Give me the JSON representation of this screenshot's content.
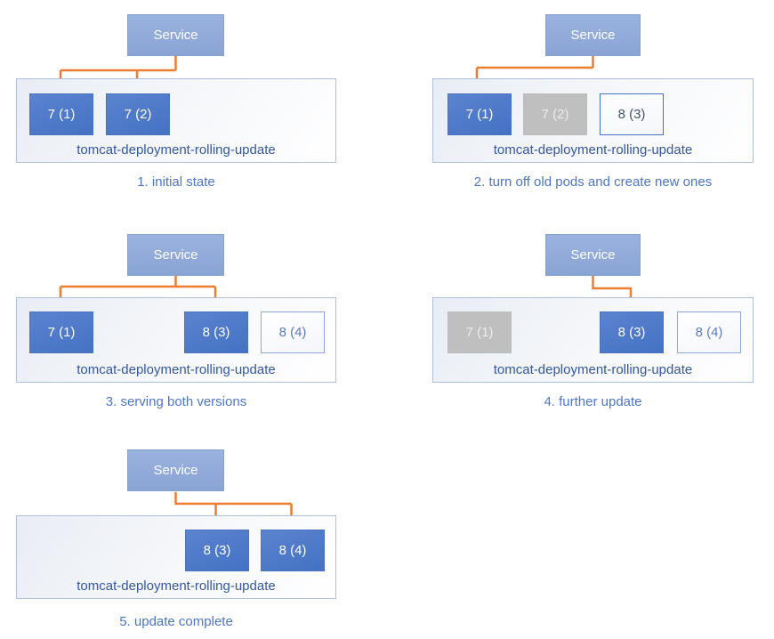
{
  "colors": {
    "service_fill": "#8faadc",
    "pod_active": "#4472c4",
    "pod_old": "#bfbfbf",
    "pod_new_border": "#4472c4",
    "arrow": "#ed7d31",
    "container_label": "#3457a0",
    "caption": "#4d76c7"
  },
  "panels": [
    {
      "caption": "1. initial state",
      "service_label": "Service",
      "container_label": "tomcat-deployment-rolling-update",
      "pods": [
        {
          "label": "7 (1)",
          "state": "active"
        },
        {
          "label": "7 (2)",
          "state": "active"
        }
      ]
    },
    {
      "caption": "2. turn off old pods and create new ones",
      "service_label": "Service",
      "container_label": "tomcat-deployment-rolling-update",
      "pods": [
        {
          "label": "7 (1)",
          "state": "active"
        },
        {
          "label": "7 (2)",
          "state": "old"
        },
        {
          "label": "8 (3)",
          "state": "new"
        }
      ]
    },
    {
      "caption": "3. serving both versions",
      "service_label": "Service",
      "container_label": "tomcat-deployment-rolling-update",
      "pods": [
        {
          "label": "7 (1)",
          "state": "active"
        },
        {
          "label": "8 (3)",
          "state": "active"
        },
        {
          "label": "8 (4)",
          "state": "new"
        }
      ]
    },
    {
      "caption": "4. further update",
      "service_label": "Service",
      "container_label": "tomcat-deployment-rolling-update",
      "pods": [
        {
          "label": "7 (1)",
          "state": "old"
        },
        {
          "label": "8 (3)",
          "state": "active"
        },
        {
          "label": "8 (4)",
          "state": "new"
        }
      ]
    },
    {
      "caption": "5. update complete",
      "service_label": "Service",
      "container_label": "tomcat-deployment-rolling-update",
      "pods": [
        {
          "label": "8 (3)",
          "state": "active"
        },
        {
          "label": "8 (4)",
          "state": "active"
        }
      ]
    }
  ]
}
